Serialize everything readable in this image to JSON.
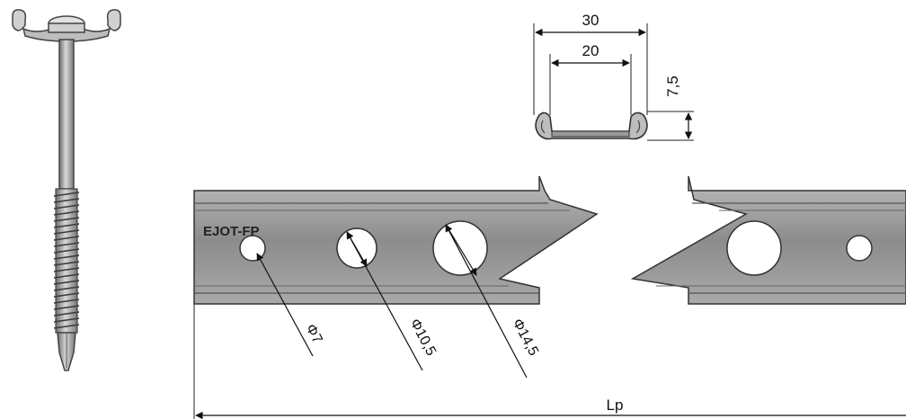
{
  "profile": {
    "label": "EJOT-FP",
    "holes": [
      "Φ7",
      "Φ10,5",
      "Φ14,5"
    ],
    "length": "Lp"
  },
  "cross_section": {
    "outer_width": "30",
    "inner_width": "20",
    "height": "7,5"
  },
  "colors": {
    "steel": "#8a8a8a",
    "steel_light": "#cfcfcf",
    "steel_dark": "#555555",
    "line": "#222222"
  }
}
